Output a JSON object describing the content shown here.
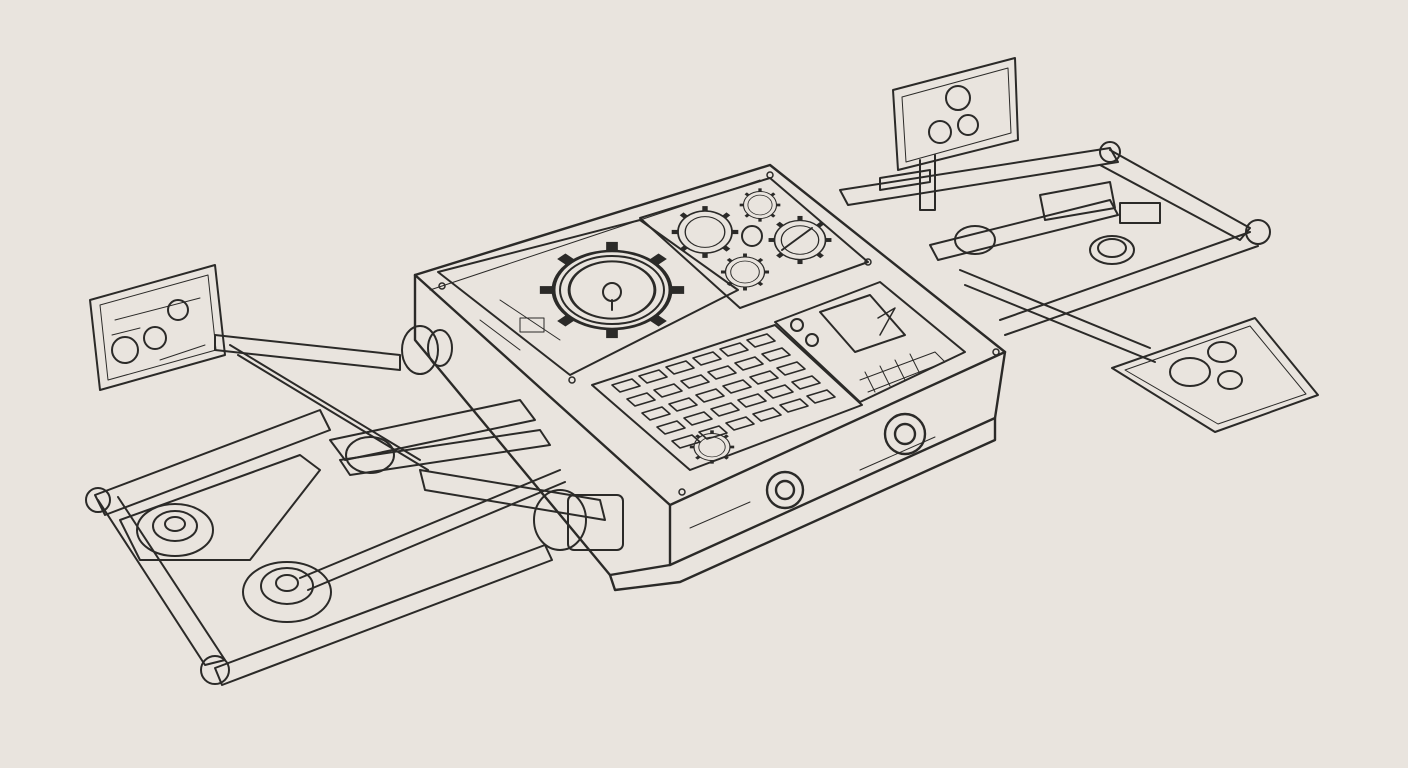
{
  "illustration": {
    "style": "technical line drawing",
    "colors": {
      "background": "#e9e4de",
      "stroke": "#2b2a28",
      "fill": "#ede8e2"
    },
    "icons": [
      "central-console",
      "gear-icon",
      "keypad",
      "circuit-panel-icon",
      "turntable-disc-icon",
      "cable-arm"
    ]
  }
}
